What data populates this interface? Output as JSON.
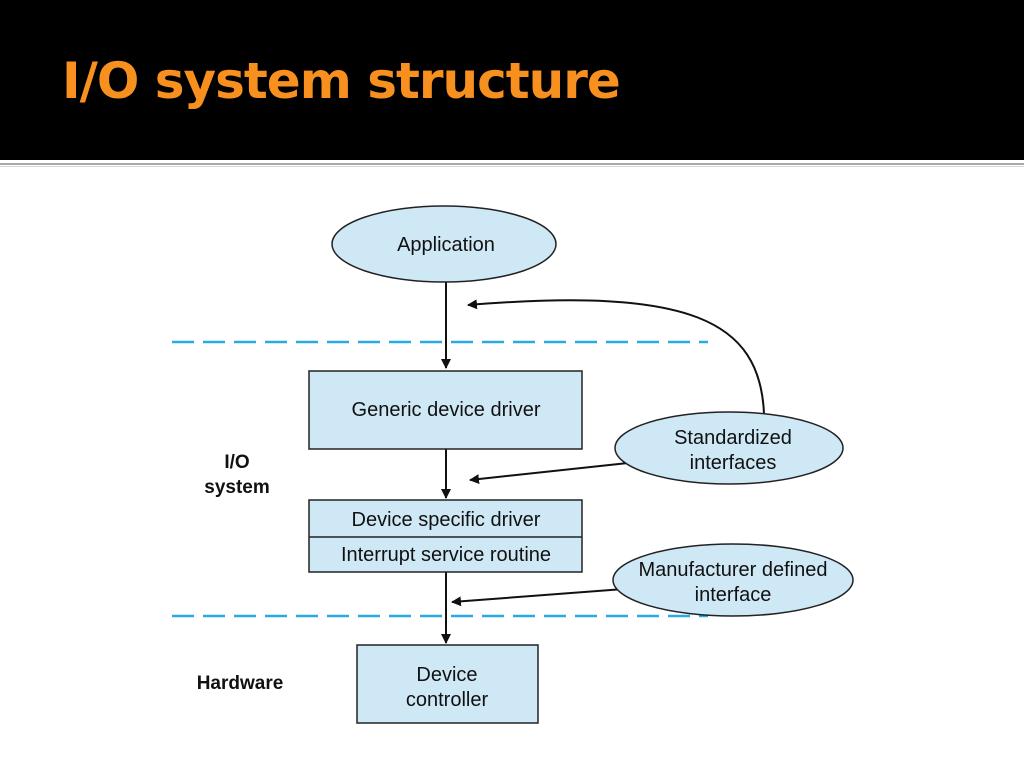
{
  "slide": {
    "title": "I/O system structure"
  },
  "colors": {
    "header_bg": "#000000",
    "title_color": "#f7901e",
    "node_fill": "#cfe8f5",
    "boundary_line": "#29abe2",
    "arrow": "#111111"
  },
  "diagram": {
    "nodes": {
      "application": "Application",
      "generic_driver": "Generic device driver",
      "device_specific_driver": "Device specific driver",
      "interrupt_service_routine": "Interrupt service routine",
      "device_controller_line1": "Device",
      "device_controller_line2": "controller",
      "standardized_line1": "Standardized",
      "standardized_line2": "interfaces",
      "manufacturer_line1": "Manufacturer defined",
      "manufacturer_line2": "interface"
    },
    "layers": {
      "io_line1": "I/O",
      "io_line2": "system",
      "hardware": "Hardware"
    }
  }
}
